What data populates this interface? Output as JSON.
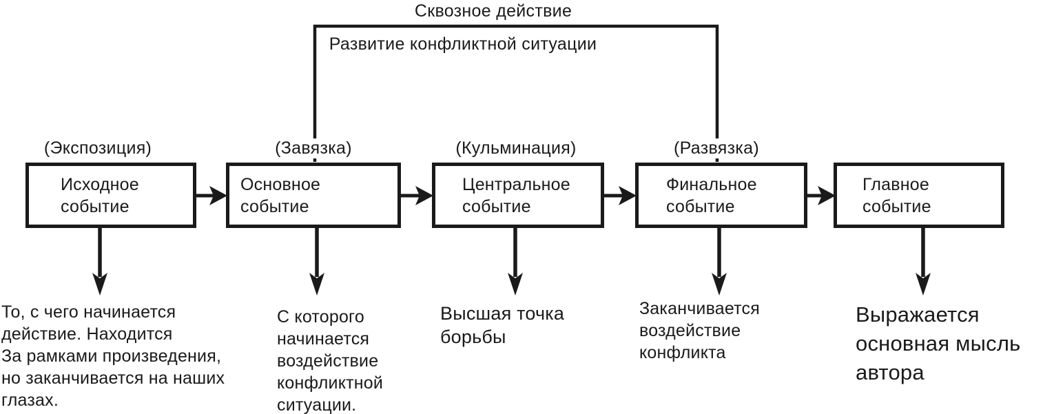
{
  "title": {
    "through_action": "Сквозное действие",
    "conflict_development": "Развитие конфликтной ситуации"
  },
  "stages": [
    {
      "phase": "(Экспозиция)",
      "box": [
        "Исходное",
        "событие"
      ],
      "note": [
        "То, с чего начинается",
        "действие. Находится",
        "За рамками произведения,",
        "но заканчивается на наших",
        "глазах."
      ]
    },
    {
      "phase": "(Завязка)",
      "box": [
        "Основное",
        "событие"
      ],
      "note": [
        "С которого",
        "начинается",
        "воздействие",
        "конфликтной",
        "ситуации."
      ]
    },
    {
      "phase": "(Кульминация)",
      "box": [
        "Центральное",
        "событие"
      ],
      "note": [
        "Высшая точка",
        "борьбы"
      ]
    },
    {
      "phase": "(Развязка)",
      "box": [
        "Финальное",
        "событие"
      ],
      "note": [
        "Заканчивается",
        "воздействие",
        "конфликта"
      ]
    },
    {
      "box": [
        "Главное",
        "событие"
      ],
      "note": [
        "Выражается",
        "основная мысль",
        "автора"
      ]
    }
  ],
  "colors": {
    "ink": "#1a1a1a",
    "background": "#ffffff"
  }
}
